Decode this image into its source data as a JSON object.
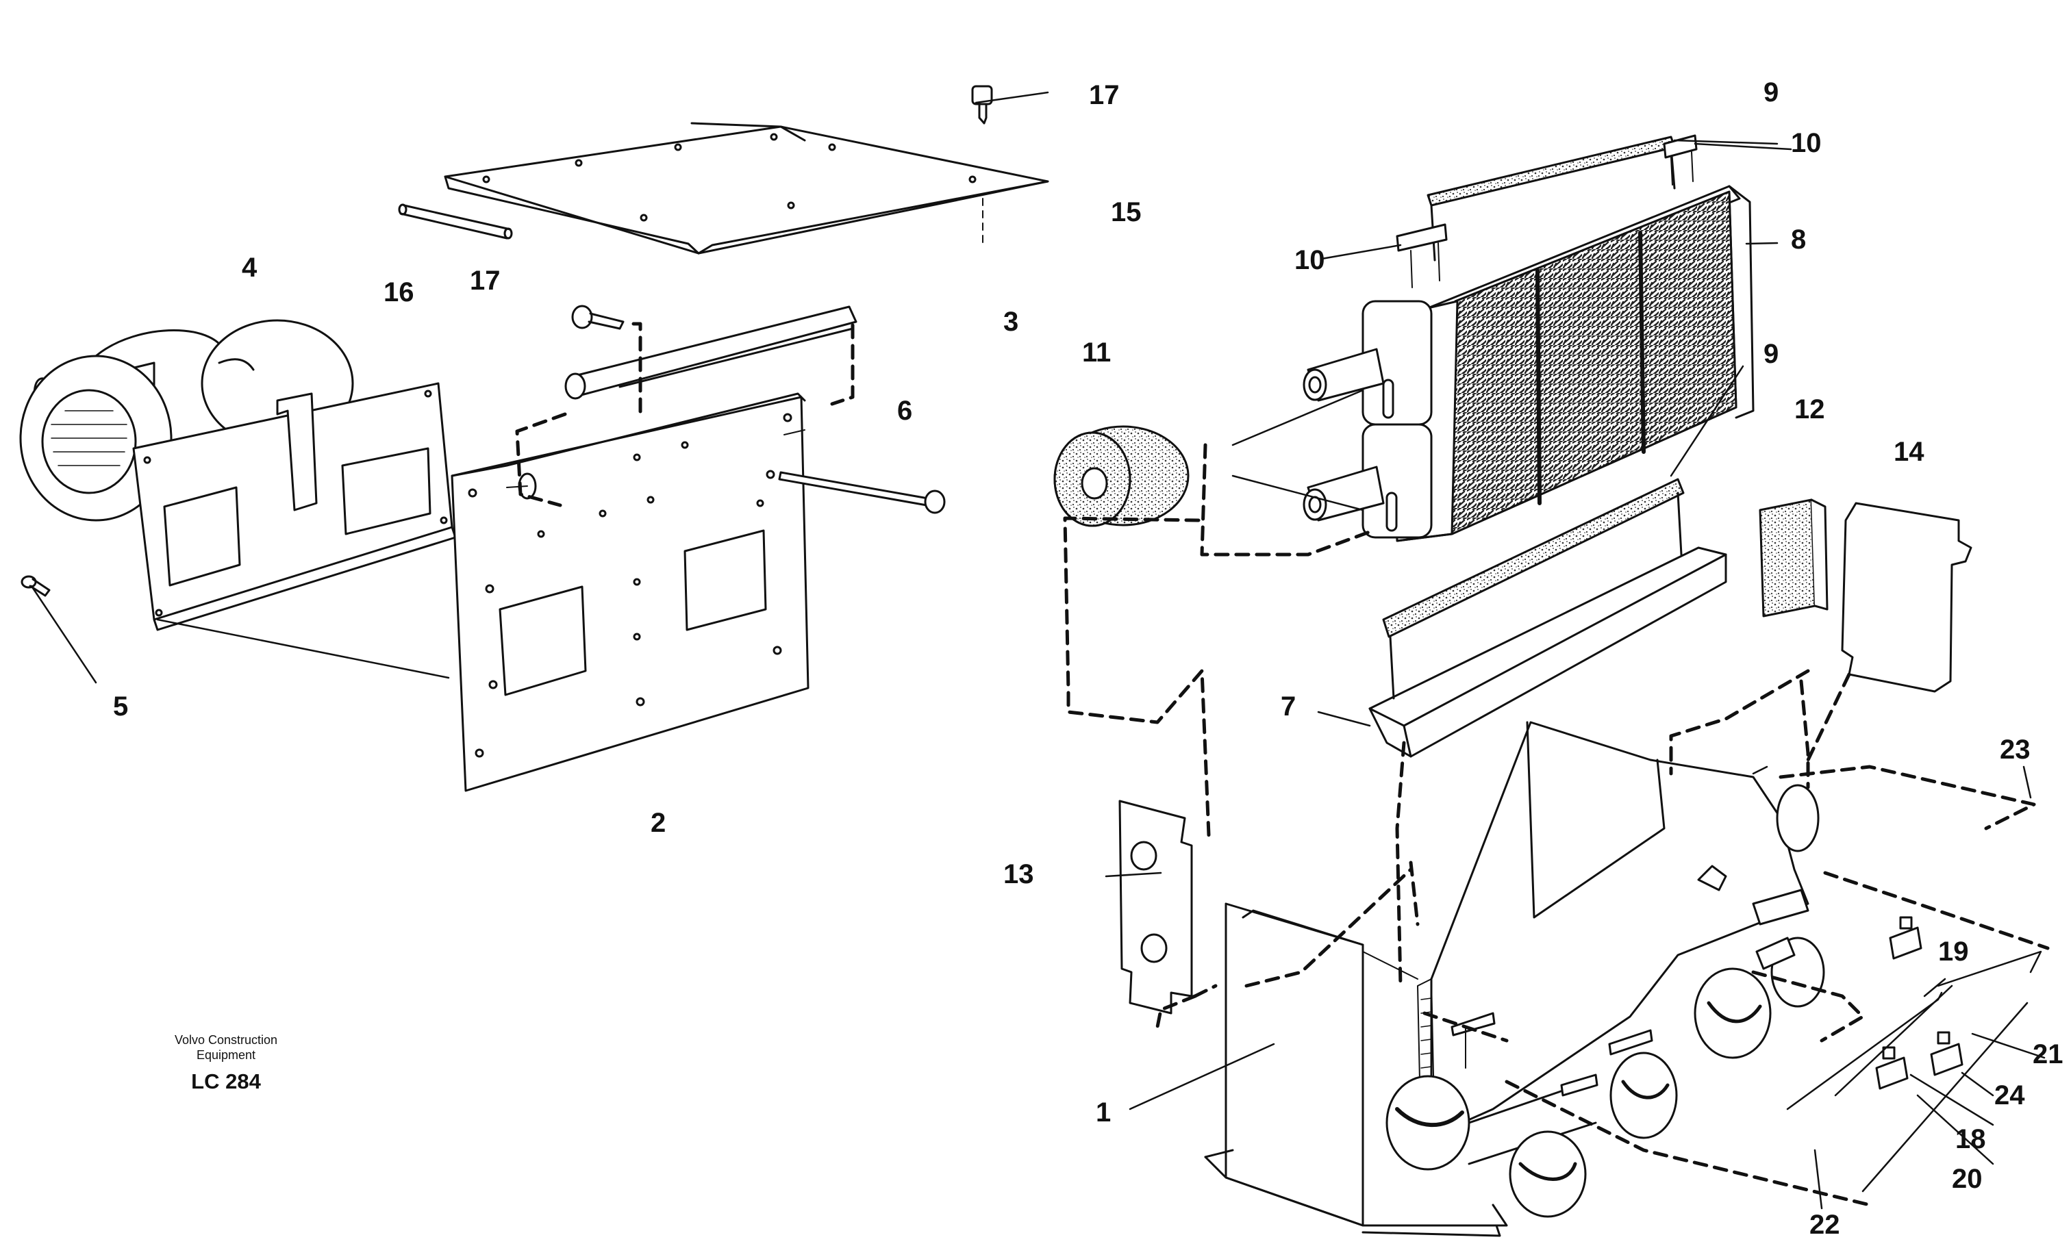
{
  "caption": {
    "line1": "Volvo Construction",
    "line2": "Equipment",
    "code": "LC 284"
  },
  "callouts": [
    "17",
    "9",
    "10",
    "15",
    "8",
    "16",
    "4",
    "10",
    "17",
    "3",
    "9",
    "11",
    "12",
    "14",
    "6",
    "5",
    "7",
    "2",
    "23",
    "13",
    "19",
    "21",
    "1",
    "24",
    "18",
    "20",
    "22"
  ]
}
